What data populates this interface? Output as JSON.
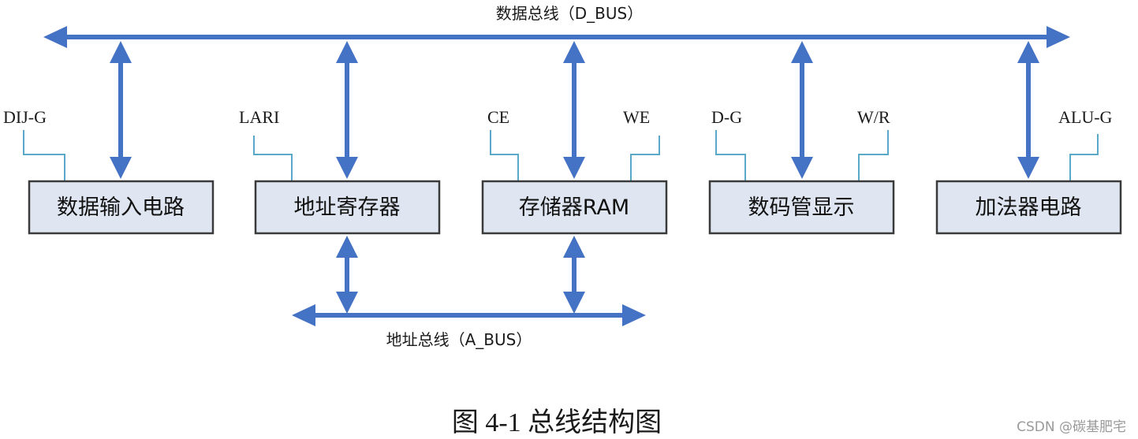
{
  "colors": {
    "bus": "#4472c4",
    "box_fill": "#dfe6f1",
    "box_stroke": "#3a3a3a",
    "signal_line": "#5aa9c8"
  },
  "data_bus": {
    "label": "数据总线（D_BUS）"
  },
  "address_bus": {
    "label": "地址总线（A_BUS）"
  },
  "components": [
    {
      "label": "数据输入电路"
    },
    {
      "label": "地址寄存器"
    },
    {
      "label": "存储器RAM"
    },
    {
      "label": "数码管显示"
    },
    {
      "label": "加法器电路"
    }
  ],
  "signals": [
    {
      "label": "DIJ-G"
    },
    {
      "label": "LARI"
    },
    {
      "label": "CE"
    },
    {
      "label": "WE"
    },
    {
      "label": "D-G"
    },
    {
      "label": "W/R"
    },
    {
      "label": "ALU-G"
    }
  ],
  "caption": "图 4-1  总线结构图",
  "watermark": "CSDN @碳基肥宅"
}
